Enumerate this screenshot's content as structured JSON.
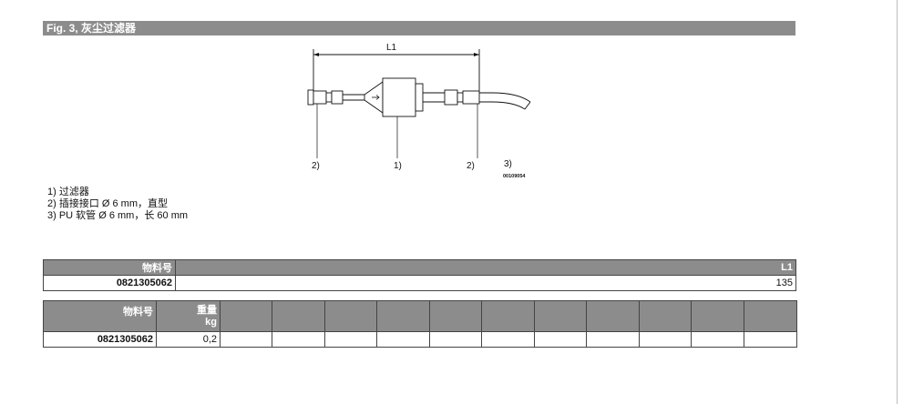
{
  "figure": {
    "title": "Fig. 3, 灰尘过滤器",
    "dimension_label": "L1",
    "drawing_id": "00109054",
    "callouts": [
      {
        "label": "2)"
      },
      {
        "label": "1)"
      },
      {
        "label": "2)"
      },
      {
        "label": "3)"
      }
    ]
  },
  "legend": [
    {
      "text": "1) 过滤器"
    },
    {
      "text": "2) 插接接口 Ø 6 mm，直型"
    },
    {
      "text": "3) PU 软管 Ø 6 mm，长 60 mm"
    }
  ],
  "table_dimensions": {
    "header_part": "物料号",
    "header_l1": "L1",
    "rows": [
      {
        "part": "0821305062",
        "l1": "135"
      }
    ]
  },
  "table_weight": {
    "header_part": "物料号",
    "header_weight_line1": "重量",
    "header_weight_line2": "kg",
    "rows": [
      {
        "part": "0821305062",
        "weight": "0,2"
      }
    ]
  },
  "colors": {
    "header_background": "#8c8c8c",
    "header_text": "#ffffff"
  }
}
